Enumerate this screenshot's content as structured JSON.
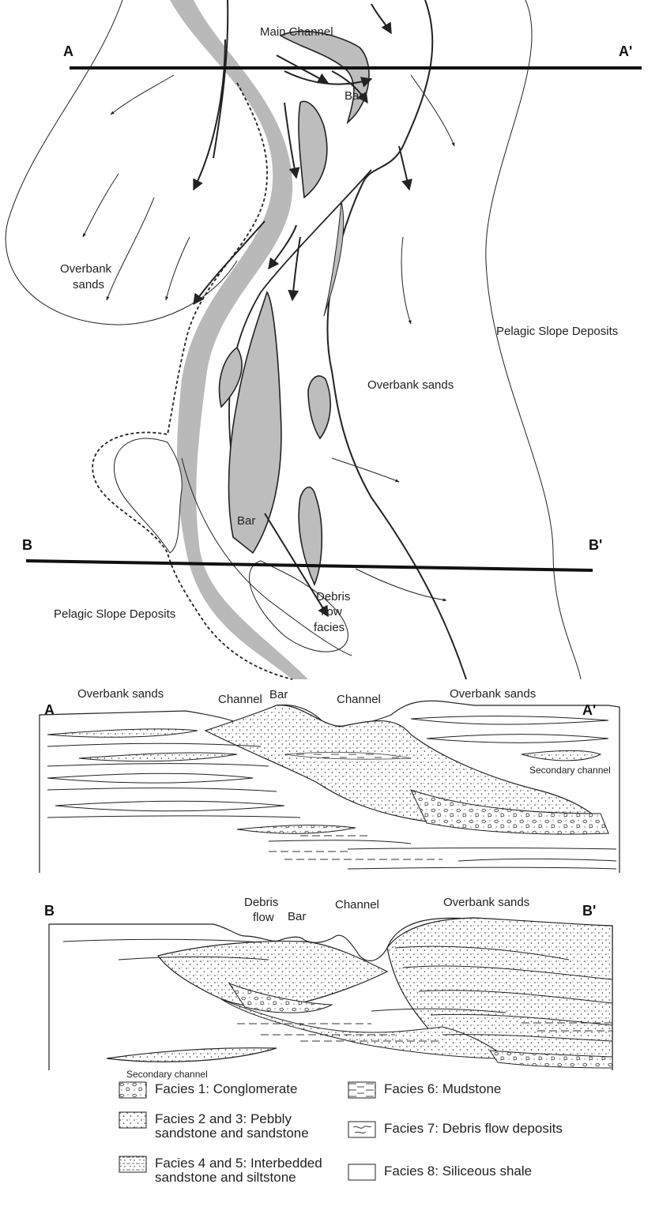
{
  "map": {
    "section_a_left": "A",
    "section_a_right": "A'",
    "section_b_left": "B",
    "section_b_right": "B'",
    "labels": {
      "main_channel": "Main Channel",
      "bar_top": "Bar",
      "overbank_left_1": "Overbank",
      "overbank_left_2": "sands",
      "overbank_right": "Overbank sands",
      "pelagic_right": "Pelagic Slope Deposits",
      "pelagic_bottom": "Pelagic Slope Deposits",
      "bar_lower": "Bar",
      "debris_1": "Debris",
      "debris_2": "flow",
      "debris_3": "facies"
    }
  },
  "section_a": {
    "left": "A",
    "right": "A'",
    "overbank_left": "Overbank sands",
    "channel_1": "Channel",
    "bar": "Bar",
    "channel_2": "Channel",
    "overbank_right": "Overbank sands",
    "secondary_channel": "Secondary channel"
  },
  "section_b": {
    "left": "B",
    "right": "B'",
    "debris_1": "Debris",
    "debris_2": "flow",
    "bar": "Bar",
    "channel": "Channel",
    "overbank": "Overbank sands",
    "secondary_channel": "Secondary channel"
  },
  "legend": {
    "facies1": "Facies 1: Conglomerate",
    "facies23": "Facies 2 and 3: Pebbly\nsandstone and sandstone",
    "facies45": "Facies 4 and 5: Interbedded\nsandstone and siltstone",
    "facies6": "Facies 6: Mudstone",
    "facies7": "Facies 7: Debris flow deposits",
    "facies8": "Facies 8: Siliceous shale"
  }
}
